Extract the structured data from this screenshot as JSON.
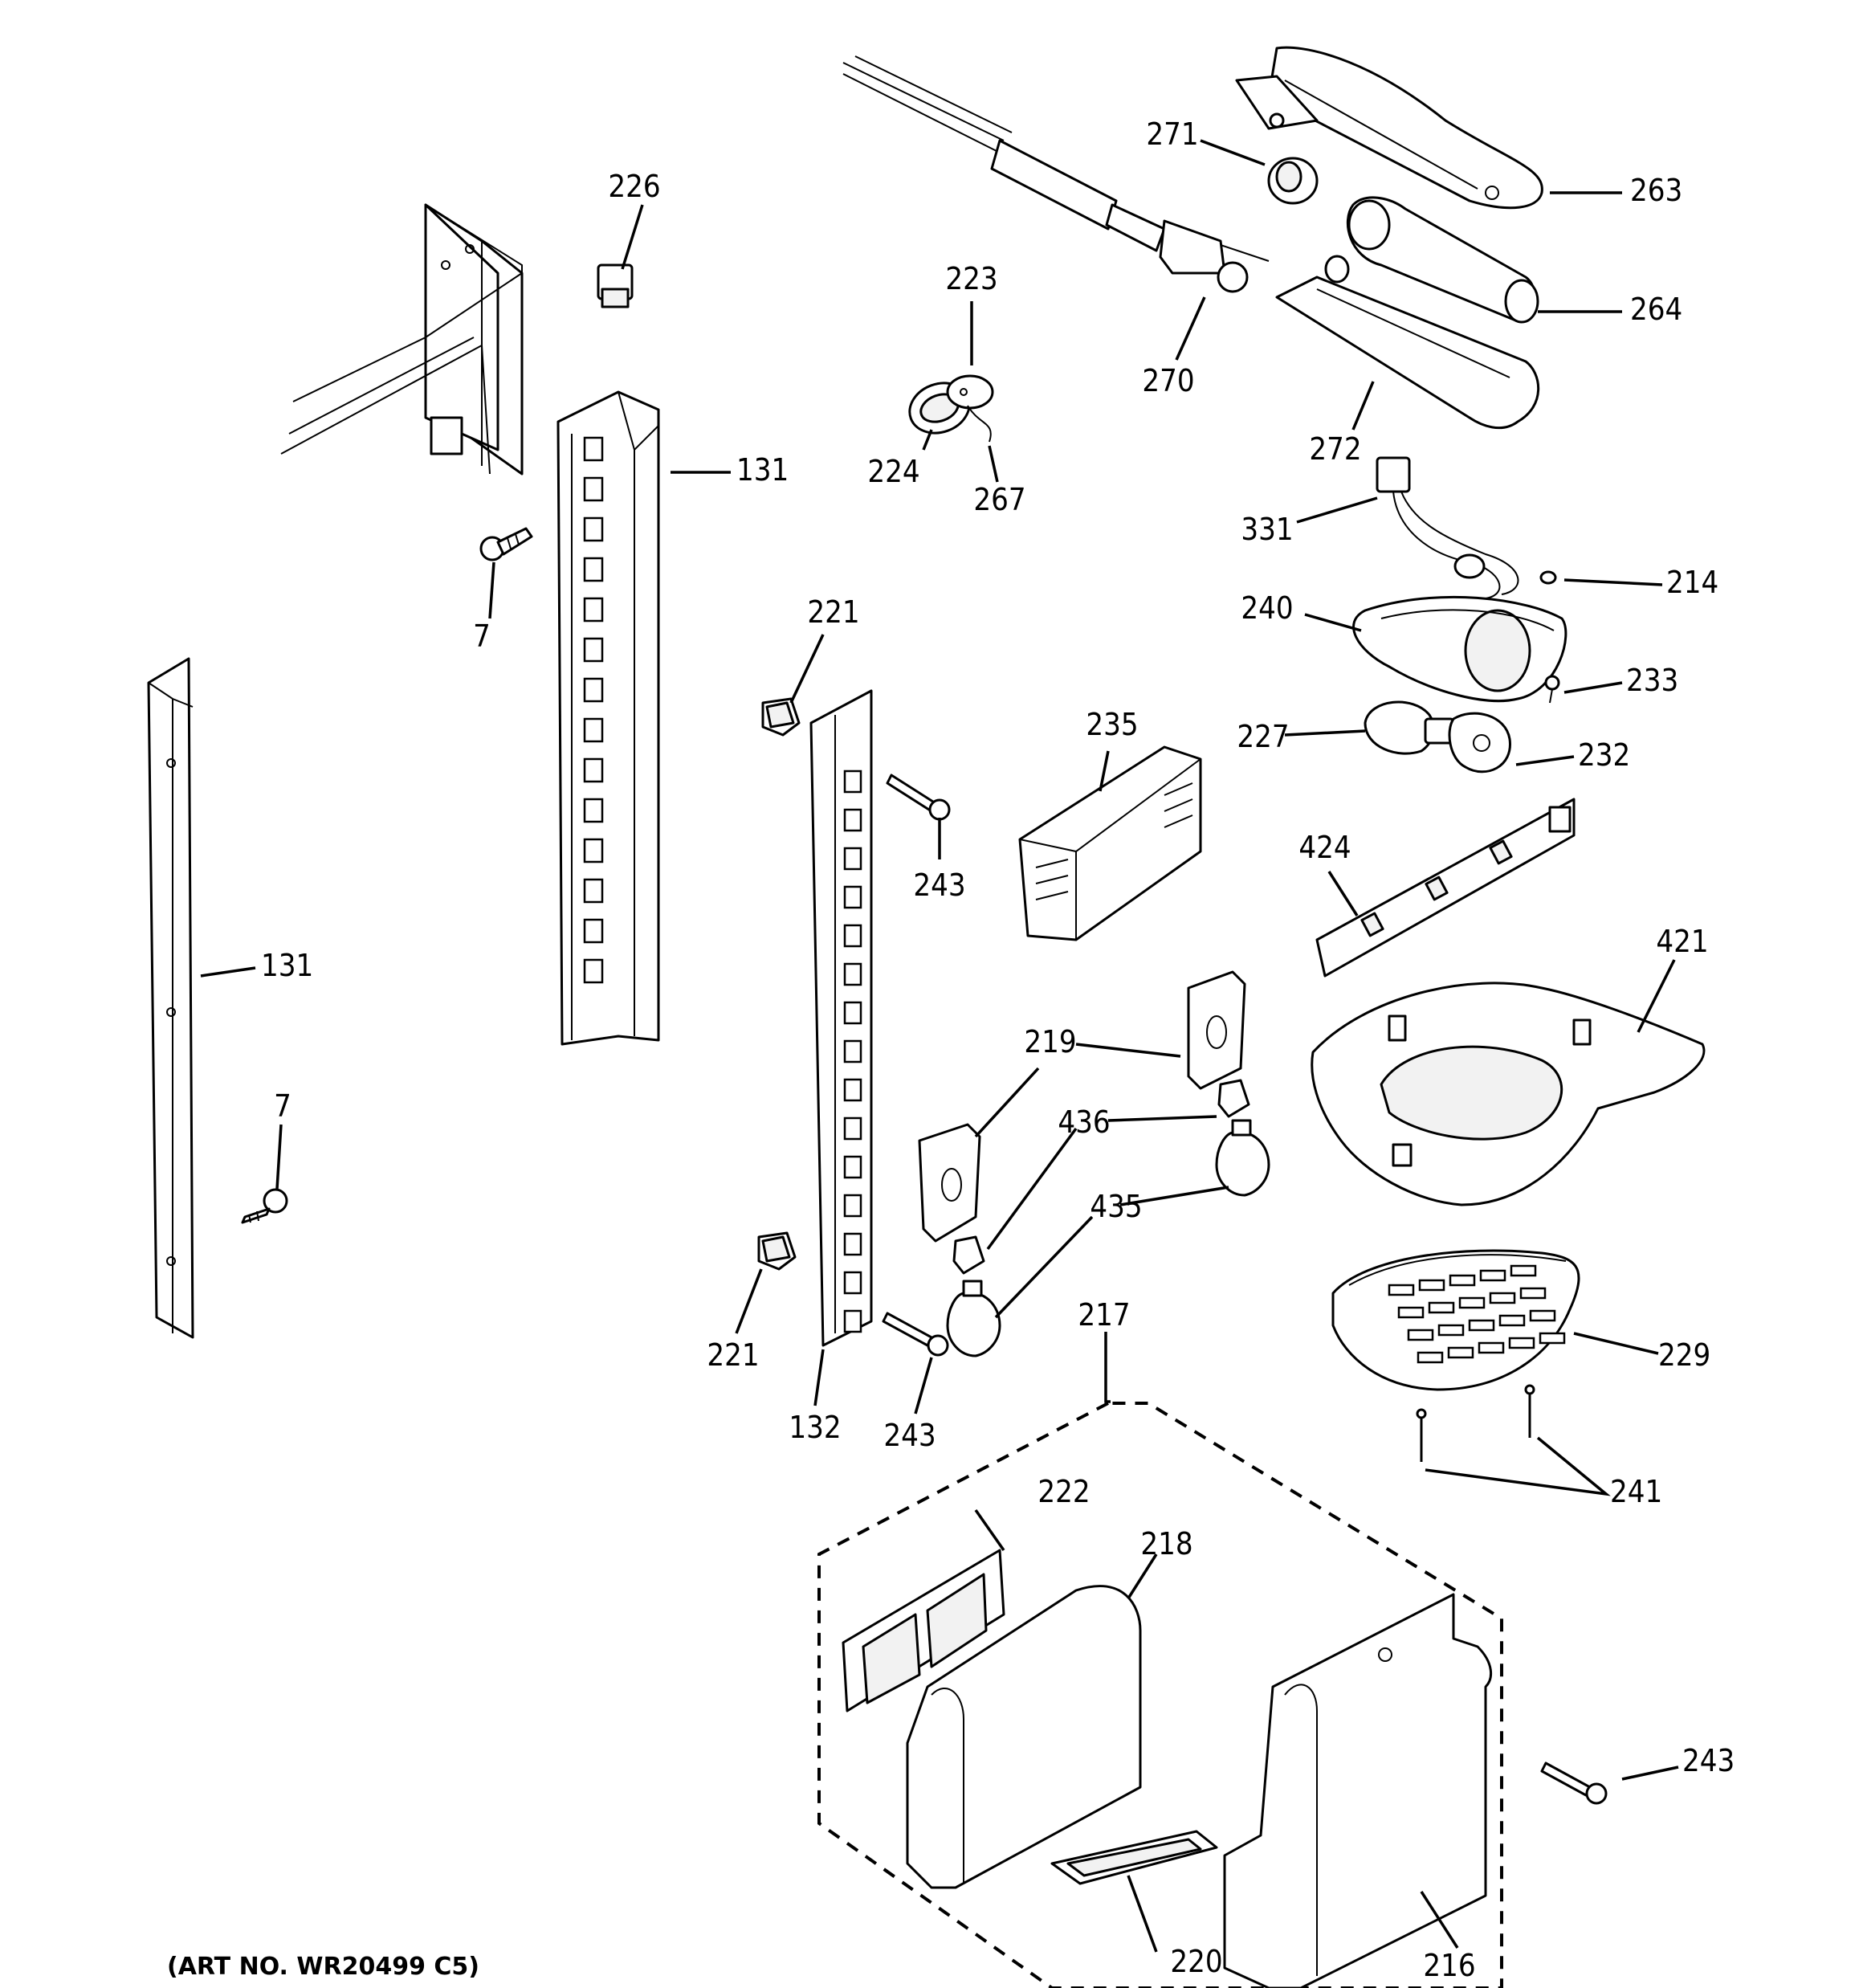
{
  "art_number": "(ART NO. WR20499 C5)",
  "callouts": {
    "c7a": "7",
    "c7b": "7",
    "c131a": "131",
    "c131b": "131",
    "c132": "132",
    "c214": "214",
    "c216": "216",
    "c217": "217",
    "c218": "218",
    "c219": "219",
    "c220": "220",
    "c221a": "221",
    "c221b": "221",
    "c222": "222",
    "c223": "223",
    "c224": "224",
    "c226": "226",
    "c227": "227",
    "c229": "229",
    "c232": "232",
    "c233": "233",
    "c235": "235",
    "c240": "240",
    "c241": "241",
    "c243a": "243",
    "c243b": "243",
    "c243c": "243",
    "c263": "263",
    "c264": "264",
    "c267": "267",
    "c270": "270",
    "c271": "271",
    "c272": "272",
    "c331": "331",
    "c421": "421",
    "c424": "424",
    "c435": "435",
    "c436": "436"
  }
}
